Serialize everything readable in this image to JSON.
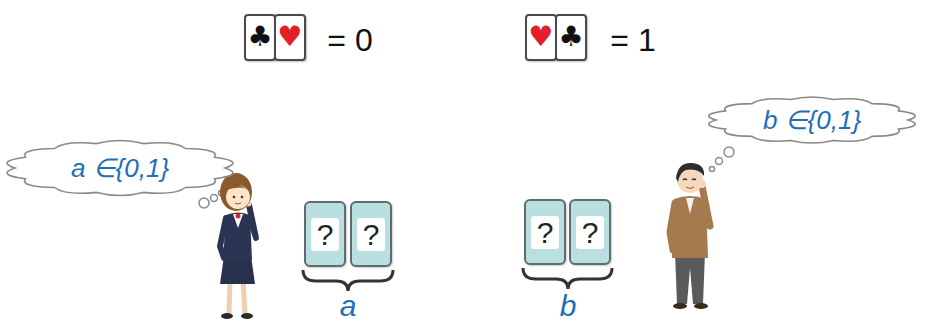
{
  "diagram": {
    "nodes": [
      {
        "text": [
          "♣"
        ]
      },
      {
        "text": [
          "♥"
        ]
      },
      {
        "text": [
          "♥"
        ]
      },
      {
        "text": [
          "♣"
        ]
      },
      {
        "text": [
          "a ∈{0,1}"
        ]
      },
      {
        "text": [
          "?"
        ]
      },
      {
        "text": [
          "?"
        ]
      },
      {
        "text": [
          "?"
        ]
      },
      {
        "text": [
          "?"
        ]
      },
      {
        "text": [
          "b ∈{0,1}"
        ]
      }
    ],
    "labels": [
      "= 0",
      "= 1",
      "a",
      "b"
    ]
  }
}
